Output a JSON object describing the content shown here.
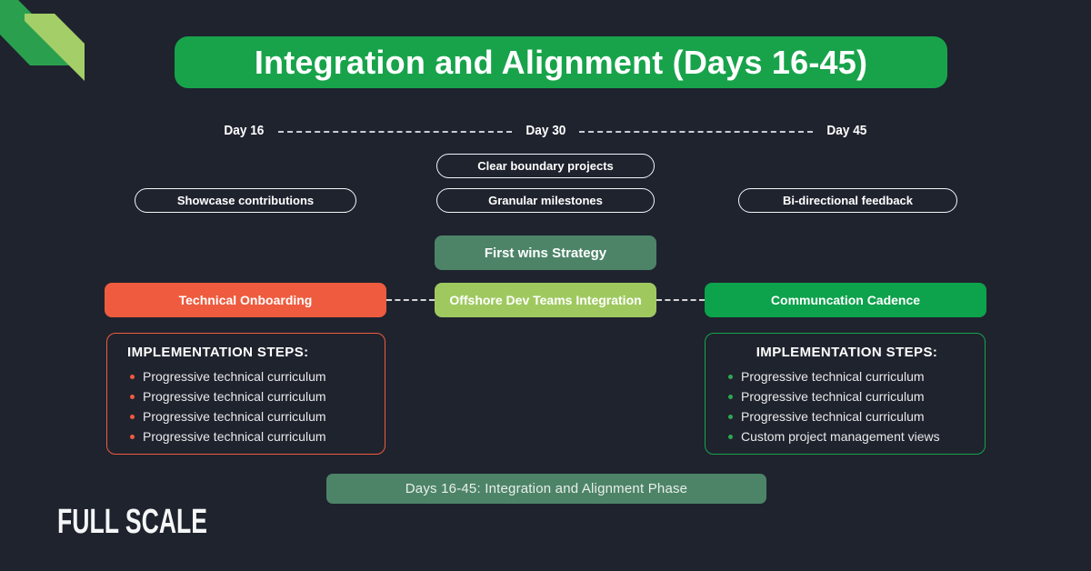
{
  "title": "Integration and Alignment (Days 16-45)",
  "timeline": {
    "labels": [
      "Day 16",
      "Day 30",
      "Day 45"
    ]
  },
  "pills": {
    "clear_boundary": "Clear boundary projects",
    "showcase": "Showcase contributions",
    "granular": "Granular milestones",
    "bidirectional": "Bi-directional feedback"
  },
  "strategy": {
    "label": "First wins Strategy"
  },
  "tracks": [
    {
      "label": "Technical Onboarding",
      "color": "#ee5b3e"
    },
    {
      "label": "Offshore Dev Teams Integration",
      "color": "#9fc95f"
    },
    {
      "label": "Communcation Cadence",
      "color": "#0da24c"
    }
  ],
  "implementation": {
    "left": {
      "heading": "IMPLEMENTATION STEPS:",
      "accent": "#ee5b3e",
      "items": [
        "Progressive technical curriculum",
        "Progressive technical curriculum",
        "Progressive technical curriculum",
        "Progressive technical curriculum"
      ]
    },
    "right": {
      "heading": "IMPLEMENTATION STEPS:",
      "accent": "#16a34b",
      "items": [
        "Progressive technical curriculum",
        "Progressive technical curriculum",
        "Progressive technical curriculum",
        "Custom project management views"
      ]
    }
  },
  "footer": {
    "banner": "Days 16-45: Integration and Alignment Phase"
  },
  "brand": {
    "wordmark": "FULL SCALE"
  },
  "colors": {
    "background": "#1f232e",
    "title_green": "#18a34b",
    "muted_green": "#4d8468",
    "orange": "#ee5b3e",
    "light_green": "#9fc95f",
    "brand_green": "#0da24c",
    "logo_dark_green": "#2aa04e",
    "logo_light_green": "#a4ce67",
    "dash_gray": "#c9cdd5"
  }
}
